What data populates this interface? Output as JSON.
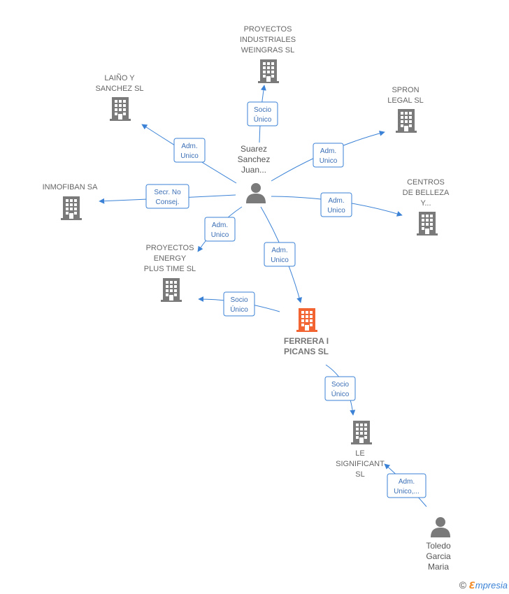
{
  "nodes": {
    "weingras": {
      "lines": [
        "PROYECTOS",
        "INDUSTRIALES",
        "WEINGRAS SL"
      ]
    },
    "laino": {
      "lines": [
        "LAIÑO Y",
        "SANCHEZ SL"
      ]
    },
    "spron": {
      "lines": [
        "SPRON",
        "LEGAL  SL"
      ]
    },
    "inmofiban": {
      "lines": [
        "INMOFIBAN SA"
      ]
    },
    "centros": {
      "lines": [
        "CENTROS",
        "DE BELLEZA",
        "Y..."
      ]
    },
    "energy": {
      "lines": [
        "PROYECTOS",
        "ENERGY",
        "PLUS TIME  SL"
      ]
    },
    "ferrera": {
      "lines": [
        "FERRERA I",
        "PICANS  SL"
      ]
    },
    "le": {
      "lines": [
        "LE",
        "SIGNIFICANT",
        "SL"
      ]
    },
    "suarez": {
      "lines": [
        "Suarez",
        "Sanchez",
        "Juan..."
      ]
    },
    "toledo": {
      "lines": [
        "Toledo",
        "Garcia",
        "Maria"
      ]
    }
  },
  "edges": {
    "to_weingras": [
      "Socio",
      "Único"
    ],
    "to_laino": [
      "Adm.",
      "Unico"
    ],
    "to_spron": [
      "Adm.",
      "Unico"
    ],
    "to_inmofiban": [
      "Secr.  No",
      "Consej."
    ],
    "to_centros": [
      "Adm.",
      "Unico"
    ],
    "to_energy": [
      "Adm.",
      "Unico"
    ],
    "to_ferrera": [
      "Adm.",
      "Unico"
    ],
    "ferrera_to_energy": [
      "Socio",
      "Único"
    ],
    "ferrera_to_le": [
      "Socio",
      "Único"
    ],
    "toledo_to_le": [
      "Adm.",
      "Unico,..."
    ]
  },
  "colors": {
    "edge": "#3b82d6",
    "building": "#7a7a7a",
    "highlight": "#f26532",
    "person": "#7a7a7a"
  },
  "icons": {
    "company": "building-icon",
    "person": "person-icon"
  },
  "brand": {
    "copyright": "©",
    "e": "ℇ",
    "rest": "mpresia"
  }
}
